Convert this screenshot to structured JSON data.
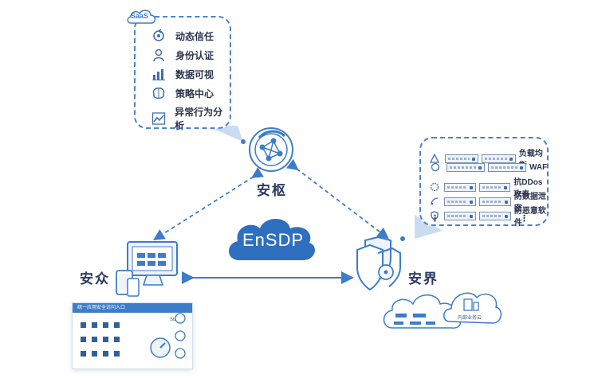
{
  "saas": {
    "badge": "SaaS",
    "items": [
      {
        "label": "动态信任",
        "icon": "refresh-icon"
      },
      {
        "label": "身份认证",
        "icon": "user-icon"
      },
      {
        "label": "数据可视",
        "icon": "chart-icon"
      },
      {
        "label": "策略中心",
        "icon": "brain-icon"
      },
      {
        "label": "异常行为分析",
        "icon": "trend-icon"
      }
    ]
  },
  "gateway": {
    "items": [
      {
        "label": "负载均衡",
        "icon": "warning-icon"
      },
      {
        "label": "WAF",
        "icon": "cloud-icon"
      },
      {
        "label": "抗DDos攻击",
        "icon": "shield-gear-icon"
      },
      {
        "label": "防数据泄密",
        "icon": "signal-icon"
      },
      {
        "label": "防恶意软件",
        "icon": "shield-icon"
      }
    ],
    "ellipsis": "⋮"
  },
  "nodes": {
    "hub": "安枢",
    "client": "安众",
    "boundary": "安界",
    "center": "EnSDP"
  },
  "portal": {
    "title": "统一应用安全访问入口",
    "user_label": "Staff"
  },
  "cloud_labels": {
    "internal": "内部业务云"
  },
  "colors": {
    "accent": "#3d7cc9",
    "cloud": "#2f6fbf",
    "dash": "#4f82c4"
  }
}
